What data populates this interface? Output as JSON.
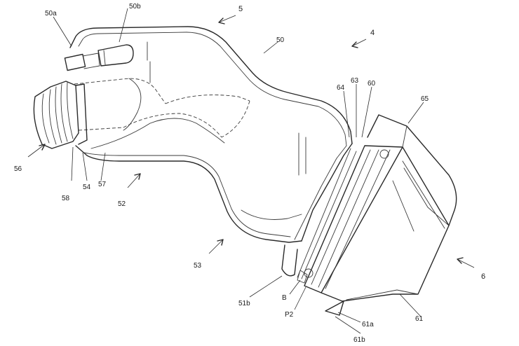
{
  "labels": {
    "l5": "5",
    "l4": "4",
    "l50": "50",
    "l50a": "50a",
    "l50b": "50b",
    "l56": "56",
    "l58": "58",
    "l54": "54",
    "l57": "57",
    "l52": "52",
    "l53": "53",
    "l51b": "51b",
    "lB": "B",
    "lP2": "P2",
    "l64": "64",
    "l63": "63",
    "l60": "60",
    "l65": "65",
    "l6": "6",
    "l61": "61",
    "l61a": "61a",
    "l61b": "61b"
  }
}
